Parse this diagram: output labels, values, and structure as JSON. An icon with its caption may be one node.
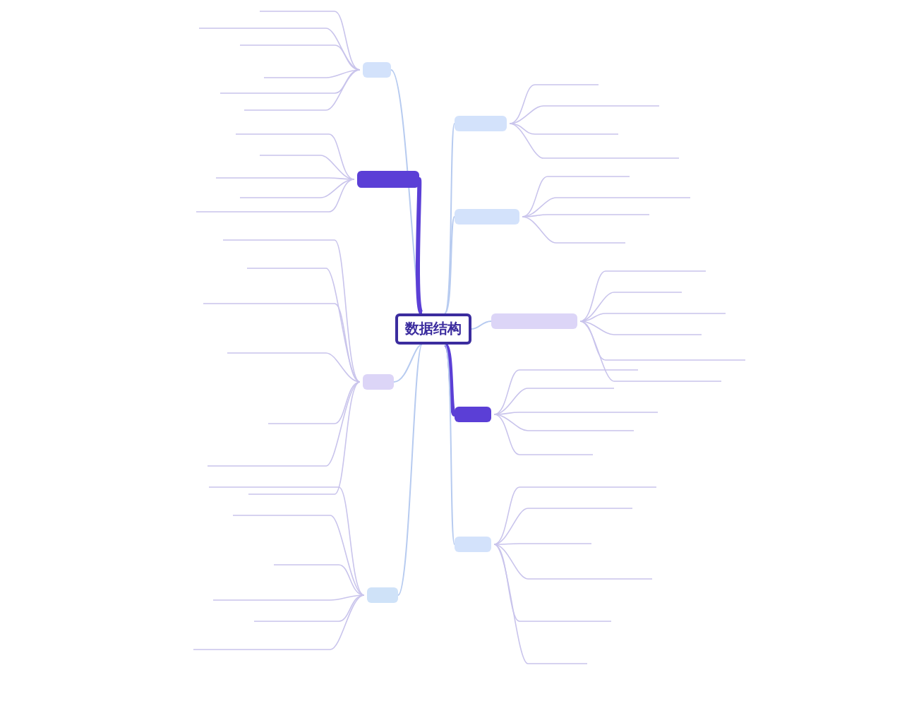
{
  "diagram": {
    "nodes": [
      {
        "text": [
          "数据结构"
        ]
      },
      {
        "text": [],
        "shape": "box"
      },
      {
        "text": [],
        "shape": "box"
      },
      {
        "text": [],
        "shape": "box"
      },
      {
        "text": [],
        "shape": "box"
      },
      {
        "text": [],
        "shape": "box"
      },
      {
        "text": [],
        "shape": "box"
      },
      {
        "text": [],
        "shape": "box"
      },
      {
        "text": [],
        "shape": "box"
      },
      {
        "text": [],
        "shape": "box"
      }
    ],
    "edges": [
      {
        "from": 0,
        "to": 1,
        "arrow": "none"
      },
      {
        "from": 0,
        "to": 2,
        "arrow": "none",
        "style": "thick",
        "color": "#5b3fd6"
      },
      {
        "from": 0,
        "to": 3,
        "arrow": "none"
      },
      {
        "from": 0,
        "to": 4,
        "arrow": "none"
      },
      {
        "from": 0,
        "to": 5,
        "arrow": "none"
      },
      {
        "from": 0,
        "to": 6,
        "arrow": "none"
      },
      {
        "from": 0,
        "to": 7,
        "arrow": "none"
      },
      {
        "from": 0,
        "to": 8,
        "arrow": "none",
        "style": "thick",
        "color": "#5b3fd6"
      },
      {
        "from": 0,
        "to": 9,
        "arrow": "none"
      }
    ]
  }
}
